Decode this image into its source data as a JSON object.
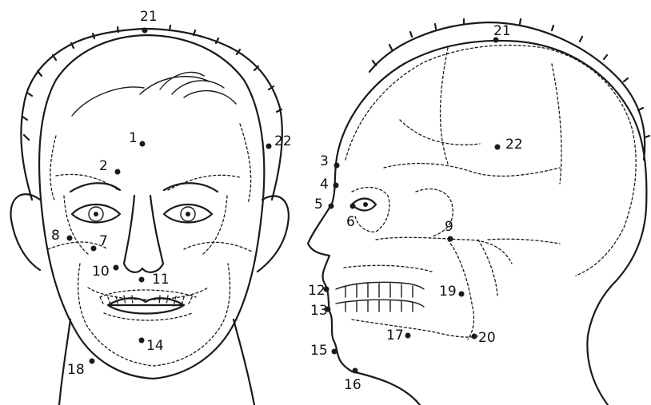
{
  "frontal_view": {
    "landmarks": [
      {
        "id": "1",
        "label": "1"
      },
      {
        "id": "2",
        "label": "2"
      },
      {
        "id": "7",
        "label": "7"
      },
      {
        "id": "8",
        "label": "8"
      },
      {
        "id": "10",
        "label": "10"
      },
      {
        "id": "11",
        "label": "11"
      },
      {
        "id": "14",
        "label": "14"
      },
      {
        "id": "18",
        "label": "18"
      },
      {
        "id": "21",
        "label": "21"
      },
      {
        "id": "22",
        "label": "22"
      }
    ]
  },
  "lateral_view": {
    "landmarks": [
      {
        "id": "3",
        "label": "3"
      },
      {
        "id": "4",
        "label": "4"
      },
      {
        "id": "5",
        "label": "5"
      },
      {
        "id": "6",
        "label": "6"
      },
      {
        "id": "9",
        "label": "9"
      },
      {
        "id": "12",
        "label": "12"
      },
      {
        "id": "13",
        "label": "13"
      },
      {
        "id": "15",
        "label": "15"
      },
      {
        "id": "16",
        "label": "16"
      },
      {
        "id": "17",
        "label": "17"
      },
      {
        "id": "19",
        "label": "19"
      },
      {
        "id": "20",
        "label": "20"
      },
      {
        "id": "21",
        "label": "21"
      },
      {
        "id": "22",
        "label": "22"
      }
    ]
  }
}
